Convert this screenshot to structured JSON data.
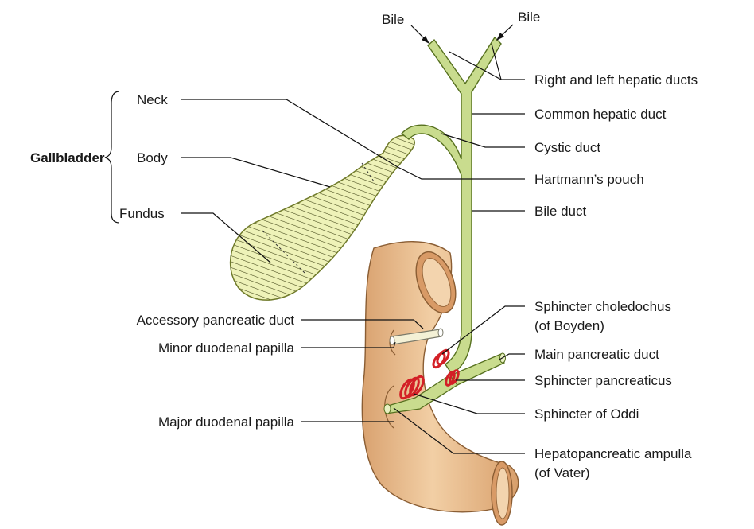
{
  "colors": {
    "gallbladder_fill": "#eef2b8",
    "gallbladder_stroke": "#6f7a2a",
    "hatch": "#3c4012",
    "duct_fill": "#c9dc8e",
    "duct_stroke": "#56701f",
    "duodenum_fill": "#ecc294",
    "duodenum_shade": "#d49a66",
    "duodenum_stroke": "#8a5d33",
    "sphincter": "#d31f26",
    "pancreatic_duct": "#f4f1d6"
  },
  "labels": {
    "bile_left": "Bile",
    "bile_right": "Bile",
    "gallbladder": "Gallbladder",
    "neck": "Neck",
    "body": "Body",
    "fundus": "Fundus",
    "hepatic_ducts": "Right and left hepatic ducts",
    "common_hepatic": "Common hepatic duct",
    "cystic": "Cystic duct",
    "hartmann": "Hartmann’s pouch",
    "bile_duct": "Bile duct",
    "sphincter_choledochus_1": "Sphincter choledochus",
    "sphincter_choledochus_2": "(of Boyden)",
    "main_pancreatic": "Main pancreatic duct",
    "sphincter_pancreaticus": "Sphincter pancreaticus",
    "sphincter_oddi": "Sphincter of Oddi",
    "ampulla_1": "Hepatopancreatic ampulla",
    "ampulla_2": "(of Vater)",
    "accessory_pancreatic": "Accessory pancreatic duct",
    "minor_papilla": "Minor duodenal papilla",
    "major_papilla": "Major duodenal papilla"
  }
}
